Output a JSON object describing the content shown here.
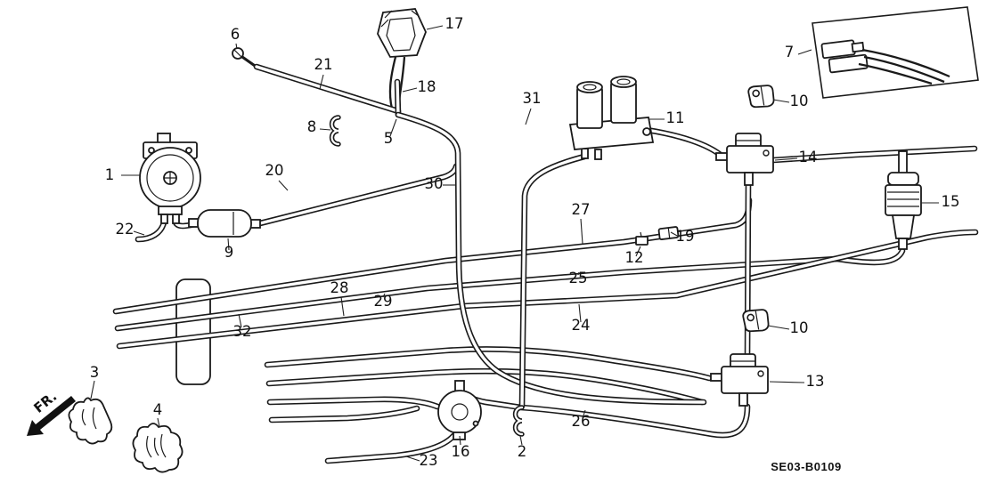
{
  "figure": {
    "code": "SE03-B0109",
    "front_label": "FR."
  },
  "callouts": {
    "c1": "1",
    "c2": "2",
    "c3": "3",
    "c4": "4",
    "c5": "5",
    "c6": "6",
    "c7": "7",
    "c8": "8",
    "c9": "9",
    "c10a": "10",
    "c10b": "10",
    "c11": "11",
    "c12": "12",
    "c13": "13",
    "c14": "14",
    "c15": "15",
    "c16": "16",
    "c17": "17",
    "c18": "18",
    "c19": "19",
    "c20": "20",
    "c21": "21",
    "c22": "22",
    "c23": "23",
    "c24": "24",
    "c25": "25",
    "c26": "26",
    "c27": "27",
    "c28": "28",
    "c29": "29",
    "c30": "30",
    "c31": "31",
    "c32": "32"
  }
}
